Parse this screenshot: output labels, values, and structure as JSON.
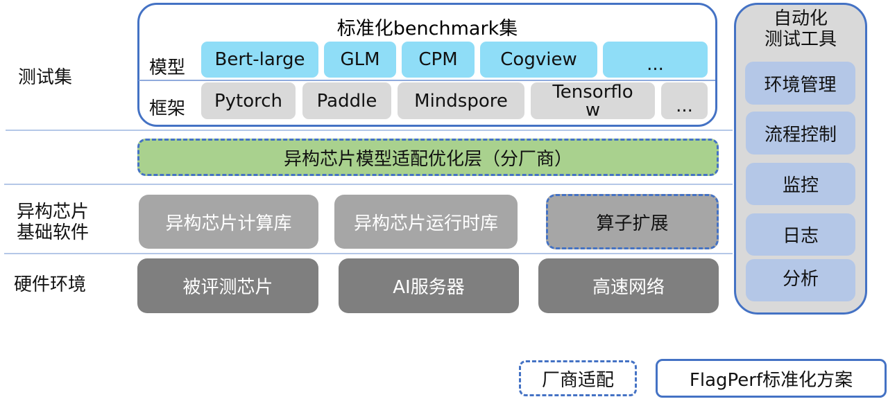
{
  "layers": {
    "test_set": {
      "label": "测试集",
      "benchmark_title": "标准化benchmark集",
      "models": {
        "label": "模型",
        "items": [
          "Bert-large",
          "GLM",
          "CPM",
          "Cogview",
          "..."
        ]
      },
      "frameworks": {
        "label": "框架",
        "items": [
          "Pytorch",
          "Paddle",
          "Mindspore",
          "Tensorflo\nw",
          "..."
        ]
      }
    },
    "adaptation": {
      "label": "异构芯片模型适配优化层（分厂商）"
    },
    "chip_software": {
      "label_line1": "异构芯片",
      "label_line2": "基础软件",
      "items": [
        "异构芯片计算库",
        "异构芯片运行时库",
        "算子扩展"
      ]
    },
    "hardware": {
      "label": "硬件环境",
      "items": [
        "被评测芯片",
        "AI服务器",
        "高速网络"
      ]
    }
  },
  "tools": {
    "title_line1": "自动化",
    "title_line2": "测试工具",
    "items": [
      "环境管理",
      "流程控制",
      "监控",
      "日志",
      "分析"
    ]
  },
  "legend": {
    "vendor": "厂商适配",
    "standard": "FlagPerf标准化方案"
  },
  "colors": {
    "accent_blue": "#4472C4",
    "separator": "#B4C7E7",
    "model_chip": "#8FDDF7",
    "framework_chip": "#D9D9D9",
    "adaptation_green": "#A9D18E",
    "software_gray": "#A6A6A6",
    "hardware_gray": "#7F7F7F",
    "tool_item": "#B4C7E7"
  }
}
